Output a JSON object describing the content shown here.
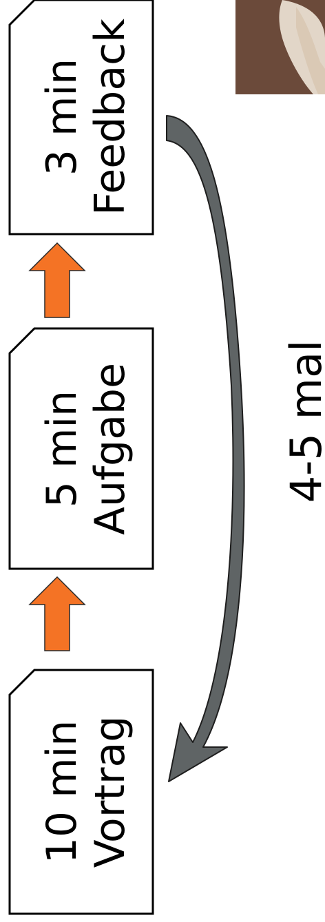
{
  "colors": {
    "box_fill": "#ffffff",
    "box_stroke": "#000000",
    "step_arrow": "#f47325",
    "loop_arrow": "#5f6465",
    "photo_dark": "#6b4a3a",
    "photo_light": "#efe5d8"
  },
  "steps": [
    {
      "duration": "10 min",
      "label": "Vortrag"
    },
    {
      "duration": "5 min",
      "label": "Aufgabe"
    },
    {
      "duration": "3 min",
      "label": "Feedback"
    }
  ],
  "loop": {
    "label": "4-5 mal"
  },
  "icons": {
    "step_arrow": "arrow-up-icon",
    "loop_arrow": "curved-arrow-icon"
  }
}
